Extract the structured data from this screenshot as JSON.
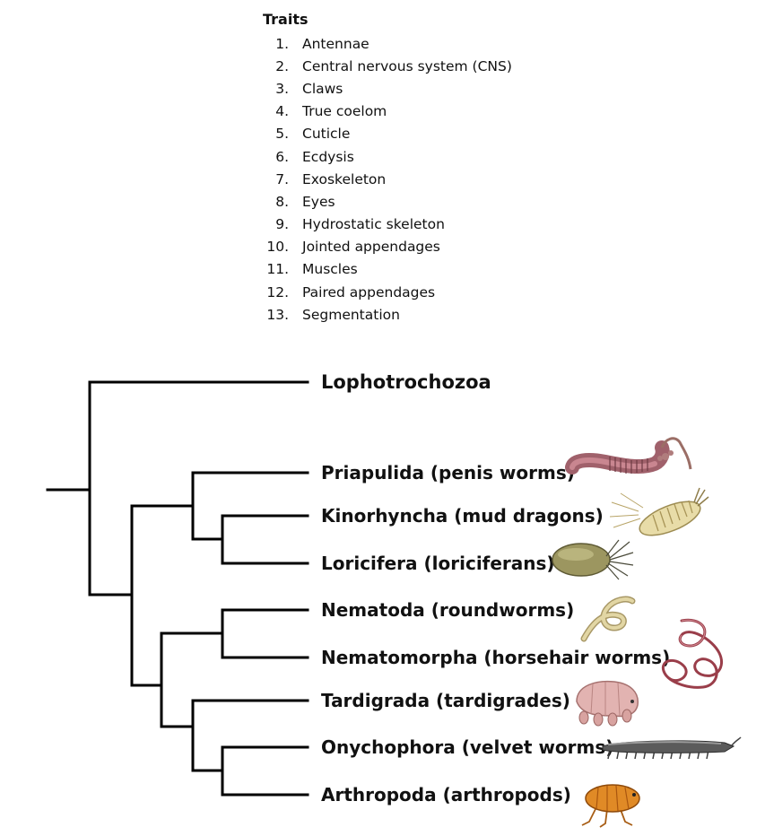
{
  "traits": {
    "title": "Traits",
    "items": [
      {
        "num": "1.",
        "label": "Antennae"
      },
      {
        "num": "2.",
        "label": "Central nervous system (CNS)"
      },
      {
        "num": "3.",
        "label": "Claws"
      },
      {
        "num": "4.",
        "label": "True coelom"
      },
      {
        "num": "5.",
        "label": "Cuticle"
      },
      {
        "num": "6.",
        "label": "Ecdysis"
      },
      {
        "num": "7.",
        "label": "Exoskeleton"
      },
      {
        "num": "8.",
        "label": "Eyes"
      },
      {
        "num": "9.",
        "label": "Hydrostatic skeleton"
      },
      {
        "num": "10.",
        "label": "Jointed appendages"
      },
      {
        "num": "11.",
        "label": "Muscles"
      },
      {
        "num": "12.",
        "label": "Paired appendages"
      },
      {
        "num": "13.",
        "label": "Segmentation"
      }
    ]
  },
  "tree": {
    "taxa": [
      {
        "id": "lophotrochozoa",
        "label": "Lophotrochozoa"
      },
      {
        "id": "priapulida",
        "label": "Priapulida (penis worms)",
        "icon": "penis-worm-icon"
      },
      {
        "id": "kinorhyncha",
        "label": "Kinorhyncha (mud dragons)",
        "icon": "mud-dragon-icon"
      },
      {
        "id": "loricifera",
        "label": "Loricifera (loriciferans)",
        "icon": "loriciferan-icon"
      },
      {
        "id": "nematoda",
        "label": "Nematoda (roundworms)",
        "icon": "roundworm-icon"
      },
      {
        "id": "nematomorpha",
        "label": "Nematomorpha (horsehair worms)",
        "icon": "horsehair-worm-icon"
      },
      {
        "id": "tardigrada",
        "label": "Tardigrada (tardigrades)",
        "icon": "tardigrade-icon"
      },
      {
        "id": "onychophora",
        "label": "Onychophora (velvet worms)",
        "icon": "velvet-worm-icon"
      },
      {
        "id": "arthropoda",
        "label": "Arthropoda (arthropods)",
        "icon": "arthropod-icon"
      }
    ]
  }
}
